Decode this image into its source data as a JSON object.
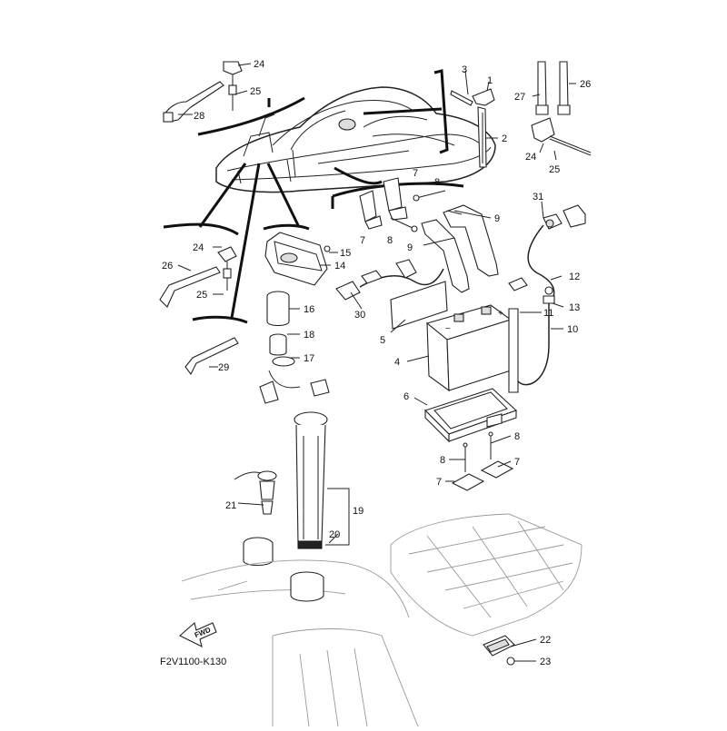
{
  "diagram": {
    "code": "F2V1100-K130",
    "fwd_label": "FWD",
    "callouts": [
      "24",
      "25",
      "28",
      "3",
      "1",
      "2",
      "27",
      "26",
      "24",
      "25",
      "7",
      "8",
      "7",
      "8",
      "9",
      "9",
      "31",
      "24",
      "15",
      "14",
      "26",
      "25",
      "16",
      "18",
      "17",
      "29",
      "30",
      "5",
      "4",
      "12",
      "13",
      "11",
      "10",
      "6",
      "8",
      "8",
      "7",
      "7",
      "19",
      "20",
      "21",
      "22",
      "23"
    ]
  }
}
